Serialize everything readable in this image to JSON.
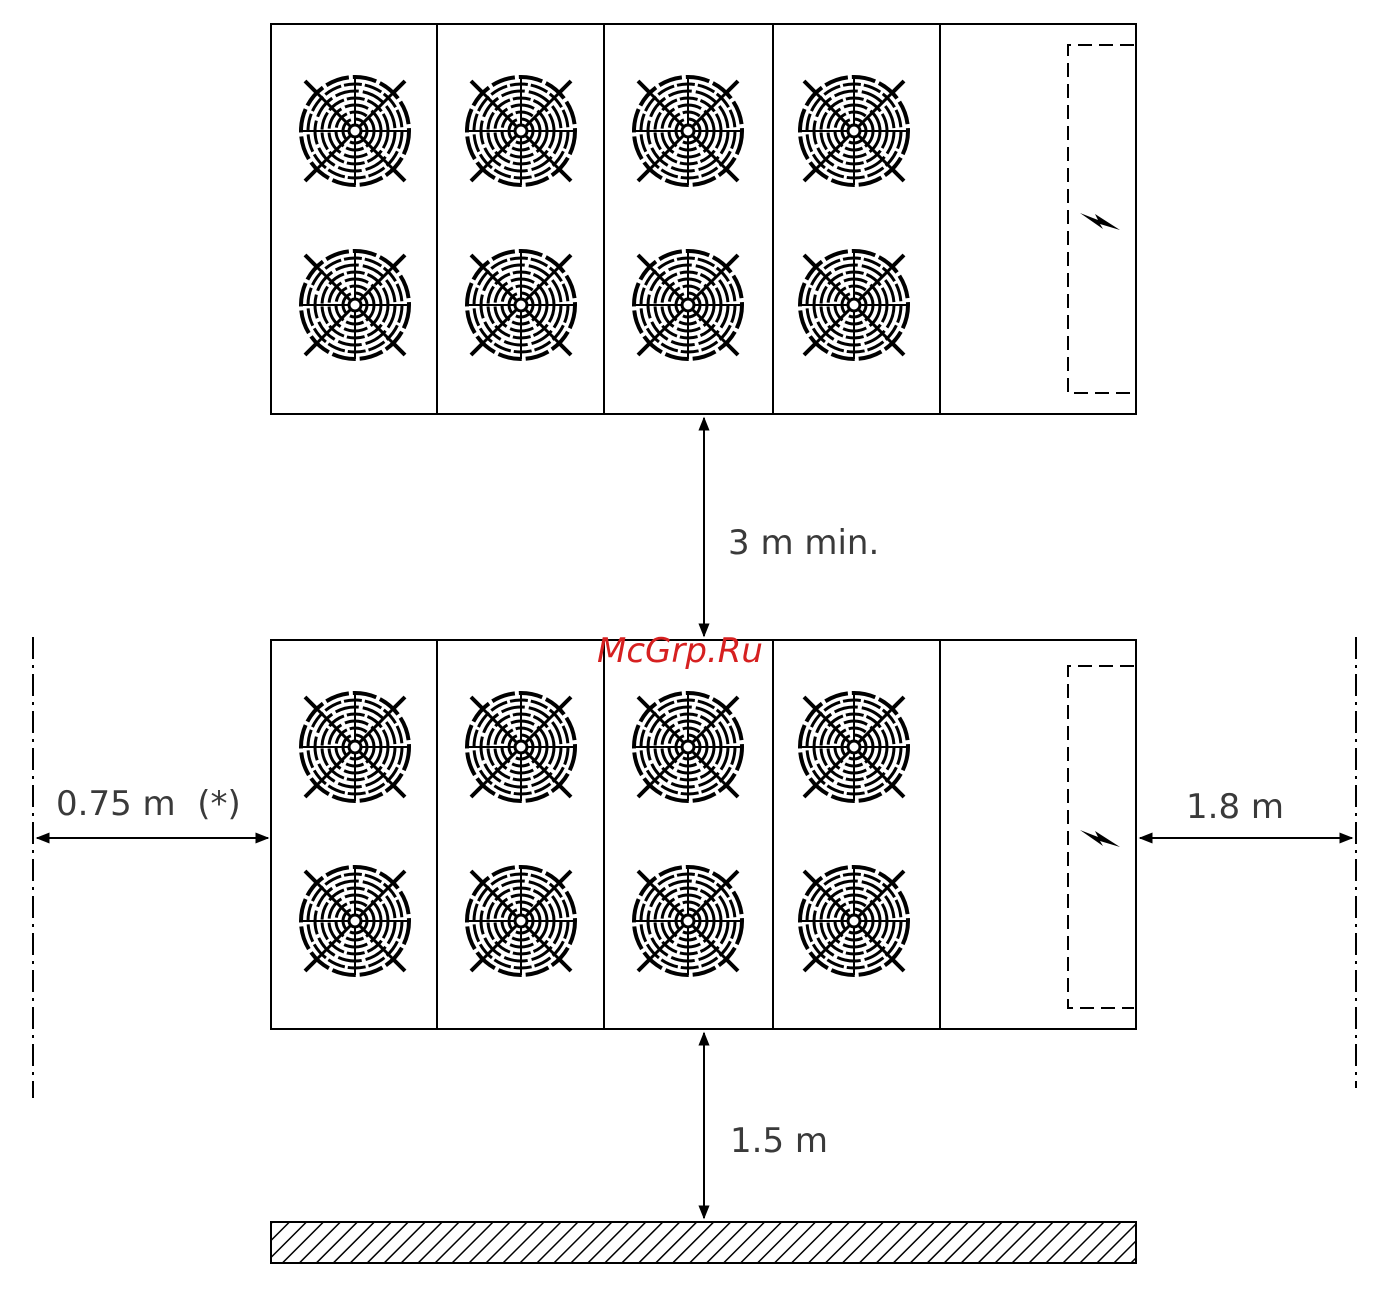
{
  "diagram": {
    "unit_top": {
      "fan_rows": 2,
      "fan_cols": 4
    },
    "unit_bottom": {
      "fan_rows": 2,
      "fan_cols": 4
    },
    "dimensions": {
      "between_units": "3 m min.",
      "left_clearance": "0.75 m  (*)",
      "right_clearance": "1.8 m",
      "to_wall": "1.5 m"
    },
    "watermark": "McGrp.Ru",
    "colors": {
      "line": "#000000",
      "text": "#3a3a3a",
      "watermark": "#d62020"
    }
  }
}
